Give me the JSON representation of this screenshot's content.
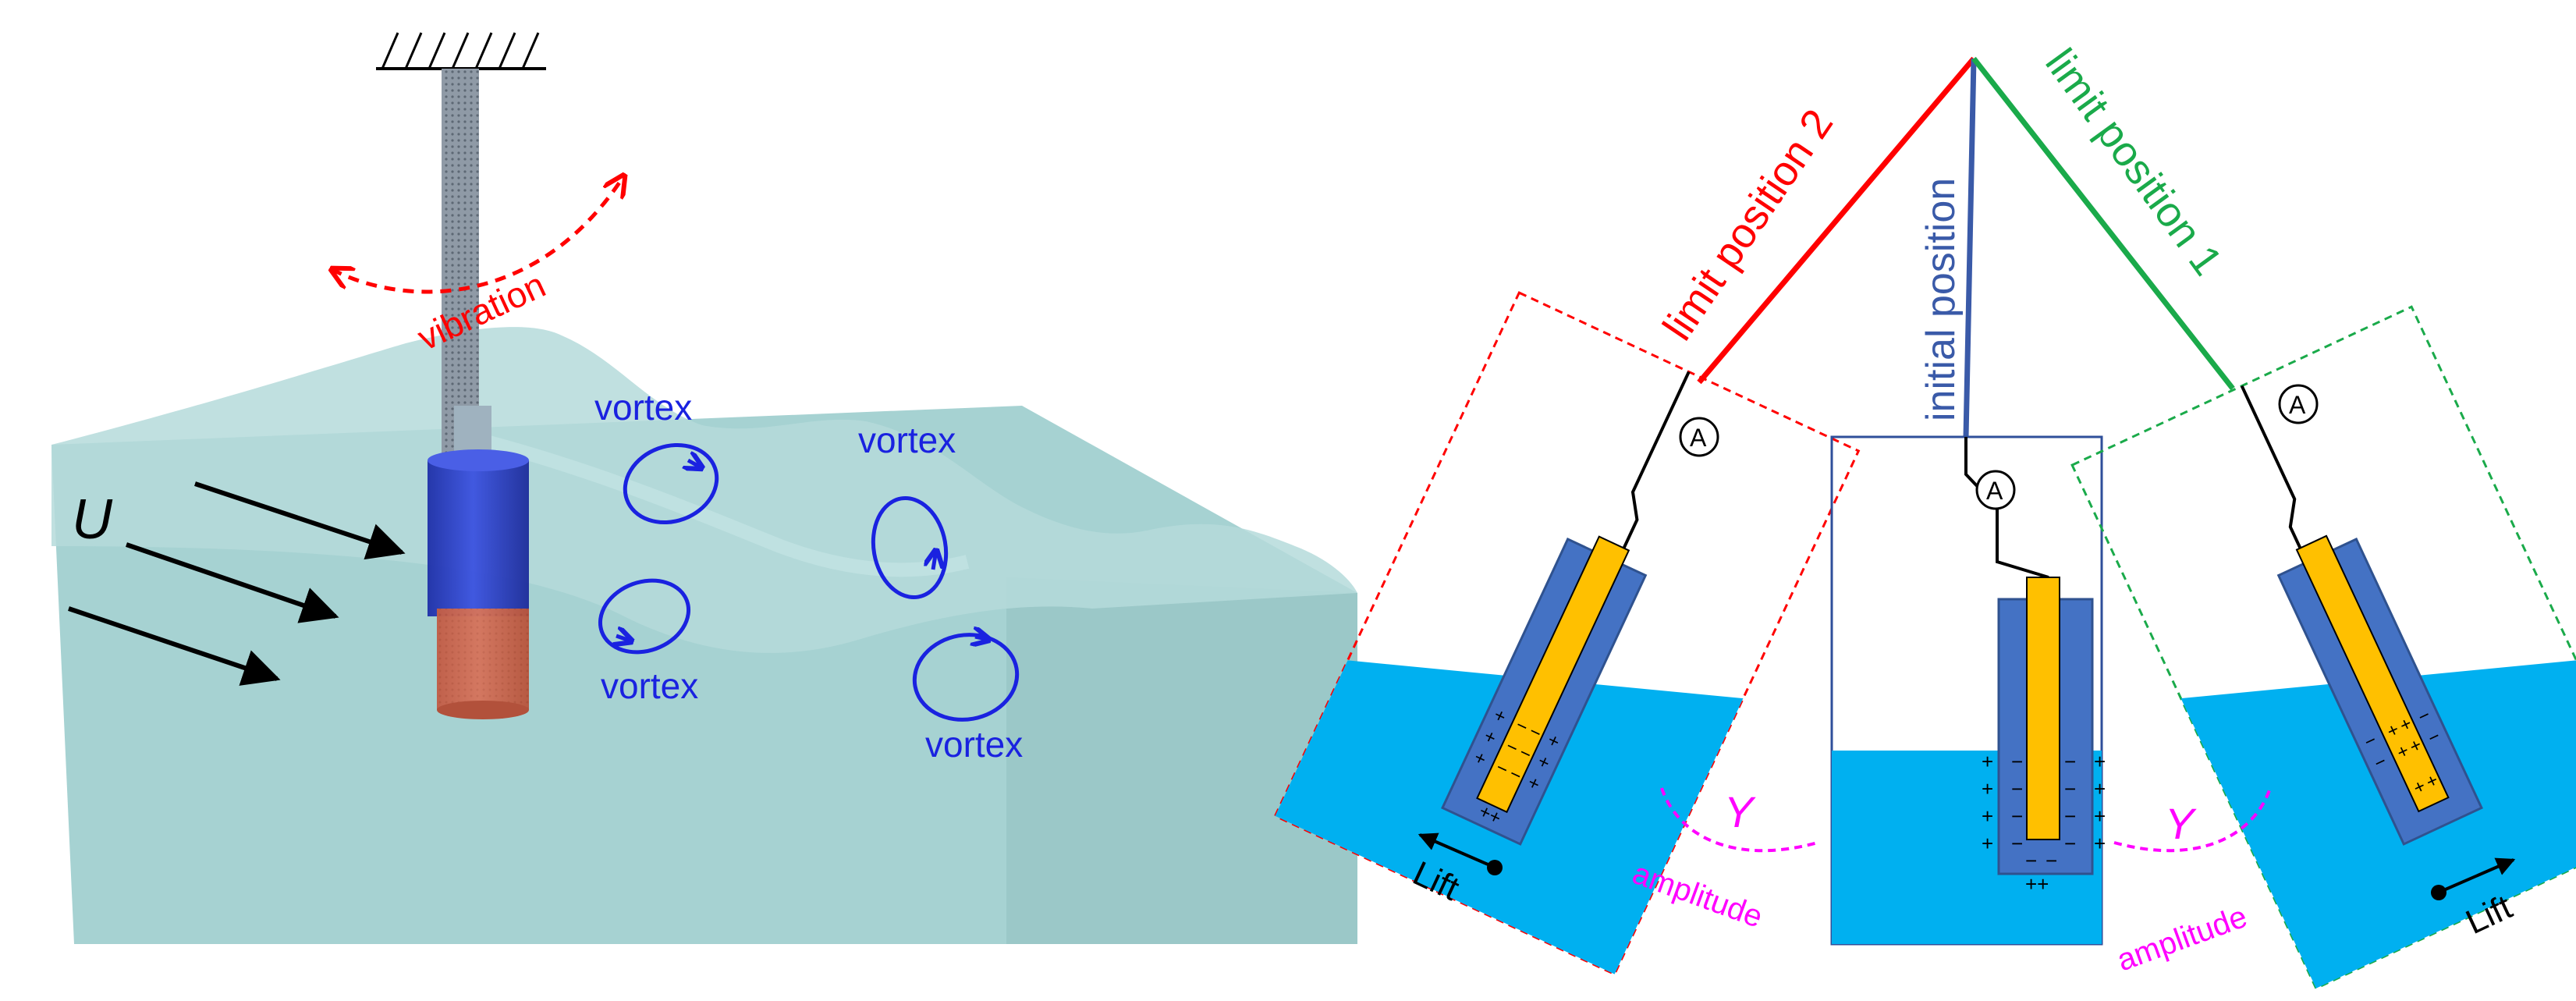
{
  "left_panel": {
    "flow_label": "U",
    "vibration_label": "vibration",
    "vortex_labels": [
      "vortex",
      "vortex",
      "vortex",
      "vortex"
    ]
  },
  "right_panel": {
    "limit_position_2_label": "limit position 2",
    "initial_position_label": "initial position",
    "limit_position_1_label": "limit position 1",
    "ammeter_symbol": "A",
    "amplitude_symbol": "Y",
    "amplitude_label": "amplitude",
    "lift_label": "Lift",
    "charge_symbols": {
      "positive": "+",
      "negative": "−",
      "positive_pair": "++"
    }
  },
  "colors": {
    "water": "#a9d4d4",
    "water_side": "#9ccaca",
    "water_top": "#b8dcdc",
    "cylinder_blue": "#2b3fd0",
    "cylinder_red": "#c8604a",
    "vortex": "#1a22e0",
    "vibration": "#ff0000",
    "limit2": "#ff0000",
    "initial": "#3a5aa8",
    "limit1": "#1aaa4a",
    "amplitude": "#ff00ff",
    "tank_water": "#00b0f0",
    "electrode": "#4472c4",
    "core": "#ffc000"
  }
}
